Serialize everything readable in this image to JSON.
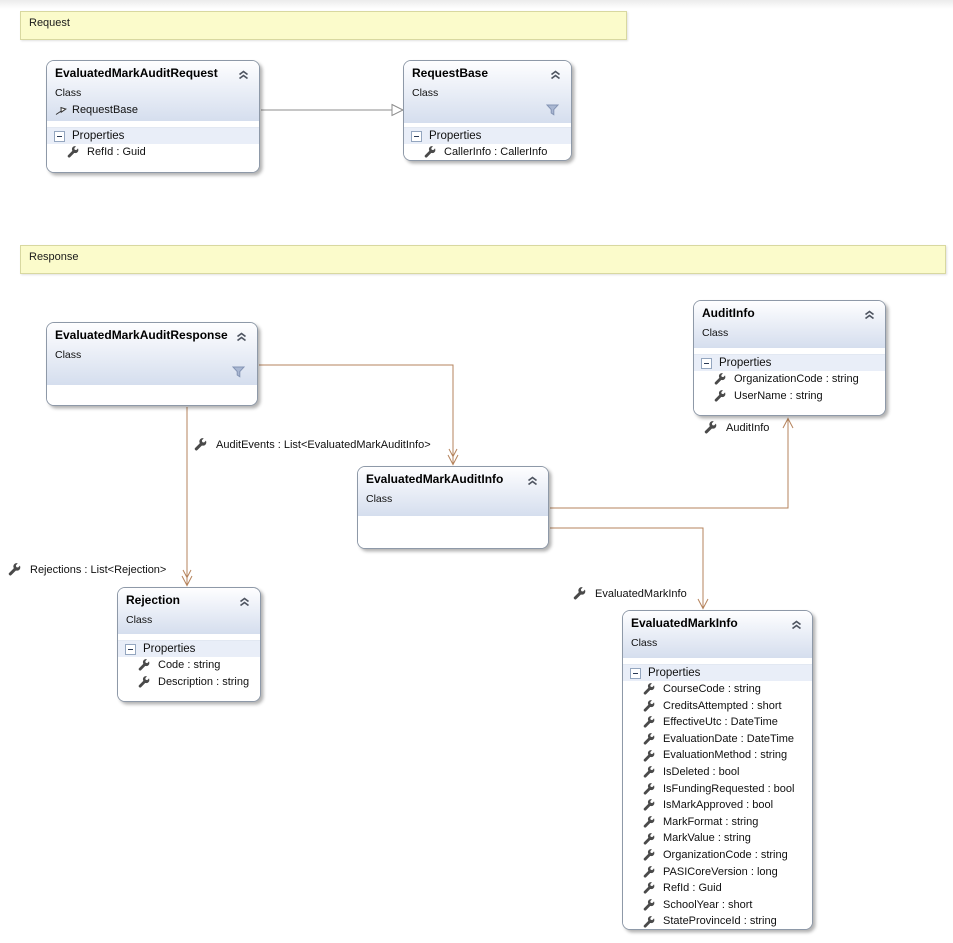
{
  "banners": {
    "request": {
      "label": "Request"
    },
    "response": {
      "label": "Response"
    }
  },
  "classes": [
    {
      "name": "EvaluatedMarkAuditRequest",
      "stereotype": "Class",
      "base": "RequestBase",
      "properties_label": "Properties",
      "properties": [
        "RefId : Guid"
      ]
    },
    {
      "name": "RequestBase",
      "stereotype": "Class",
      "properties_label": "Properties",
      "properties": [
        "CallerInfo : CallerInfo"
      ]
    },
    {
      "name": "EvaluatedMarkAuditResponse",
      "stereotype": "Class"
    },
    {
      "name": "AuditInfo",
      "stereotype": "Class",
      "properties_label": "Properties",
      "properties": [
        "OrganizationCode : string",
        "UserName : string"
      ]
    },
    {
      "name": "EvaluatedMarkAuditInfo",
      "stereotype": "Class"
    },
    {
      "name": "Rejection",
      "stereotype": "Class",
      "properties_label": "Properties",
      "properties": [
        "Code : string",
        "Description : string"
      ]
    },
    {
      "name": "EvaluatedMarkInfo",
      "stereotype": "Class",
      "properties_label": "Properties",
      "properties": [
        "CourseCode : string",
        "CreditsAttempted : short",
        "EffectiveUtc : DateTime",
        "EvaluationDate : DateTime",
        "EvaluationMethod : string",
        "IsDeleted : bool",
        "IsFundingRequested : bool",
        "IsMarkApproved : bool",
        "MarkFormat : string",
        "MarkValue : string",
        "OrganizationCode : string",
        "PASICoreVersion : long",
        "RefId : Guid",
        "SchoolYear : short",
        "StateProvinceId : string"
      ]
    }
  ],
  "labels": {
    "audit_events": "AuditEvents : List<EvaluatedMarkAuditInfo>",
    "rejections": "Rejections : List<Rejection>",
    "evaluated_mark_info": "EvaluatedMarkInfo",
    "audit_info": "AuditInfo"
  },
  "icons": {
    "wrench": "wrench-icon (property member)",
    "collapse": "double-chevron-up collapse icon",
    "filter": "funnel filter icon",
    "minus": "collapse-minus compartment icon",
    "inherits": "open-arrow inheritance glyph"
  },
  "colors": {
    "banner_bg": "#fbfbcb",
    "banner_border": "#d8d8a0",
    "box_border": "#8e99a8",
    "header_gradient_top": "#fefeff",
    "header_gradient_bottom": "#d5deee",
    "compartment_bg": "#e9eef8",
    "association_line": "#b5835c",
    "inheritance_line": "#8c8c8c",
    "filter_icon": "#a9b7d2"
  }
}
